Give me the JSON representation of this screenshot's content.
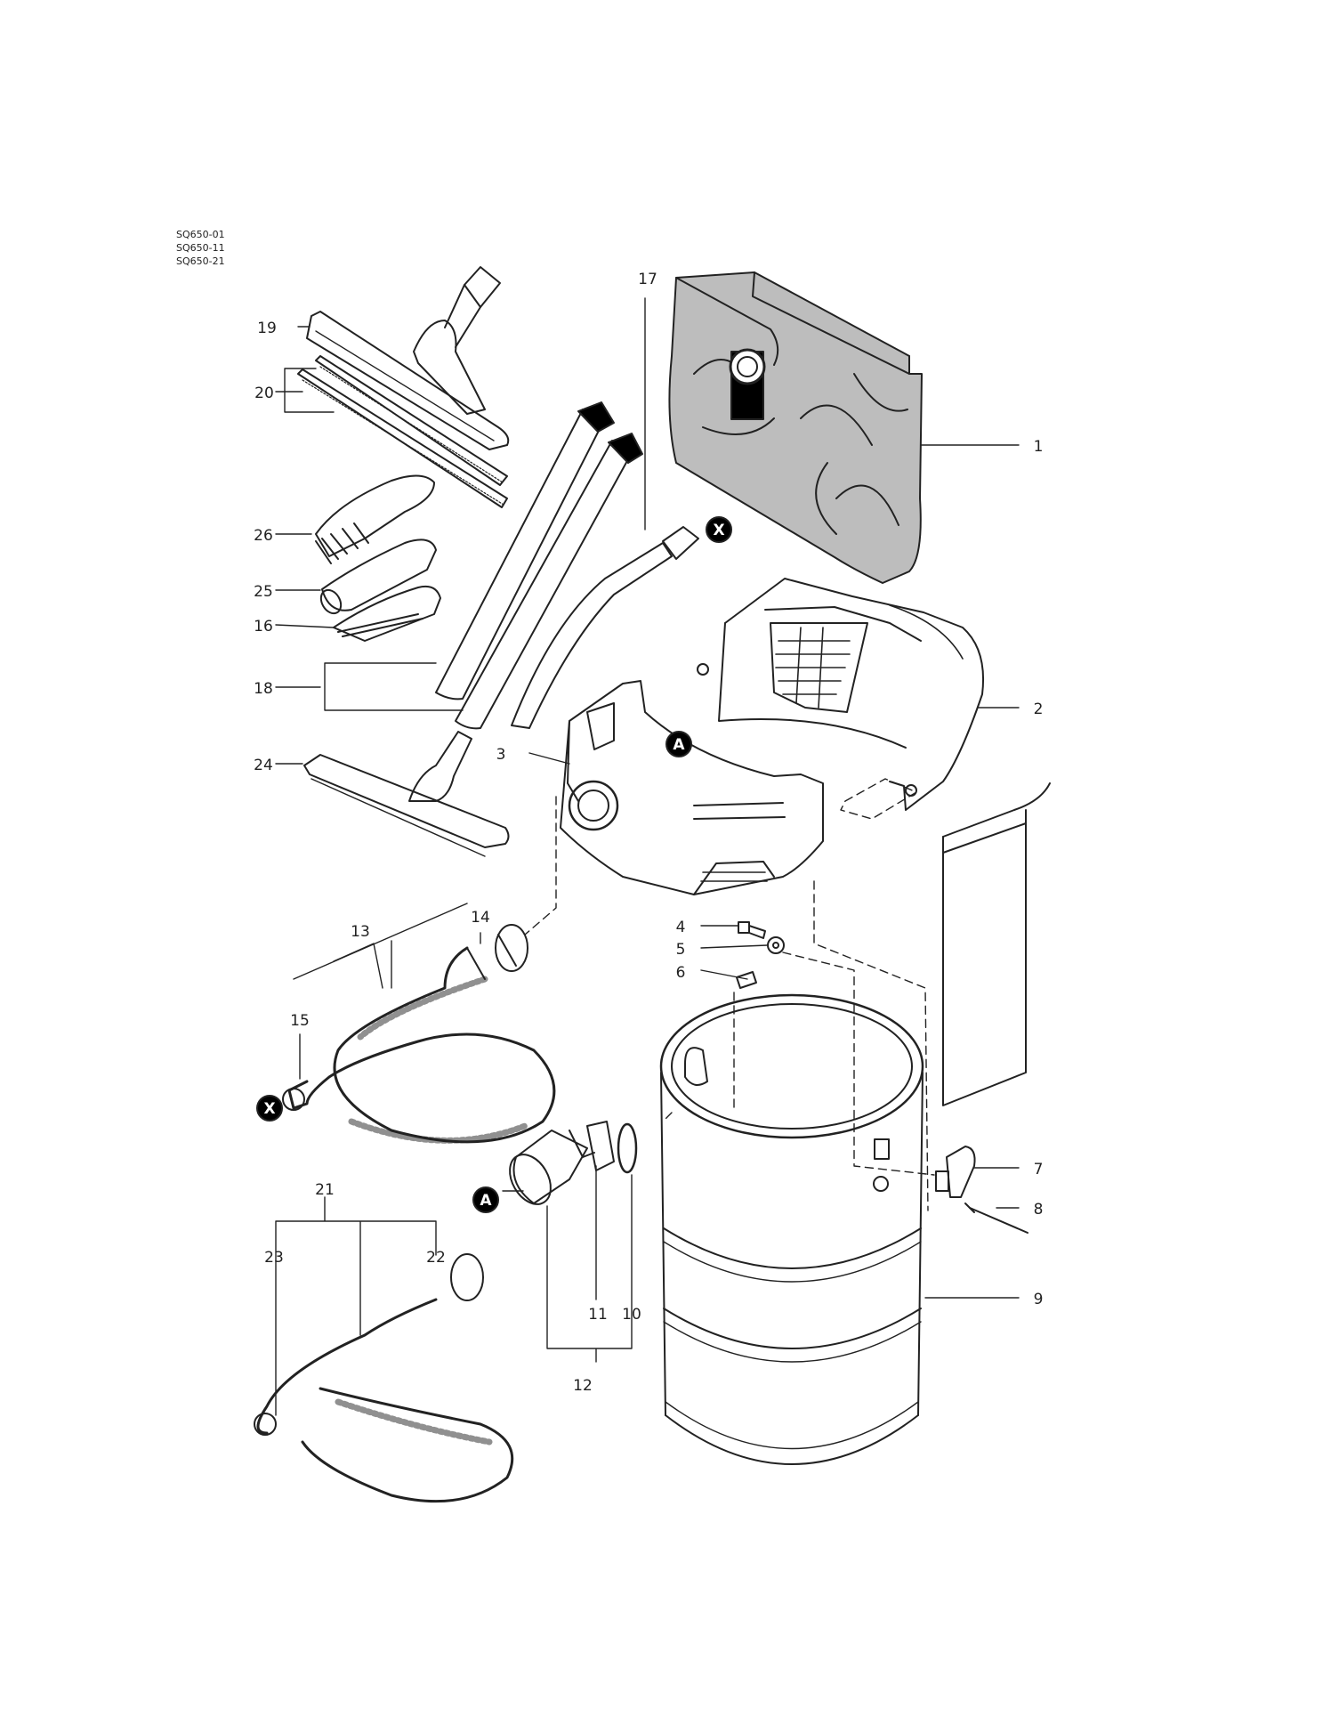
{
  "models": [
    "SQ650-01",
    "SQ650-11",
    "SQ650-21"
  ],
  "callouts": {
    "c1": "1",
    "c2": "2",
    "c3": "3",
    "c4": "4",
    "c5": "5",
    "c6": "6",
    "c7": "7",
    "c8": "8",
    "c9": "9",
    "c10": "10",
    "c11": "11",
    "c12": "12",
    "c13": "13",
    "c14": "14",
    "c15": "15",
    "c16": "16",
    "c17": "17",
    "c18": "18",
    "c19": "19",
    "c20": "20",
    "c21": "21",
    "c22": "22",
    "c23": "23",
    "c24": "24",
    "c25": "25",
    "c26": "26"
  },
  "markers": {
    "x": "X",
    "a": "A"
  },
  "colors": {
    "line": "#222222",
    "bag": "#bdbdbd",
    "paper": "#ffffff"
  }
}
